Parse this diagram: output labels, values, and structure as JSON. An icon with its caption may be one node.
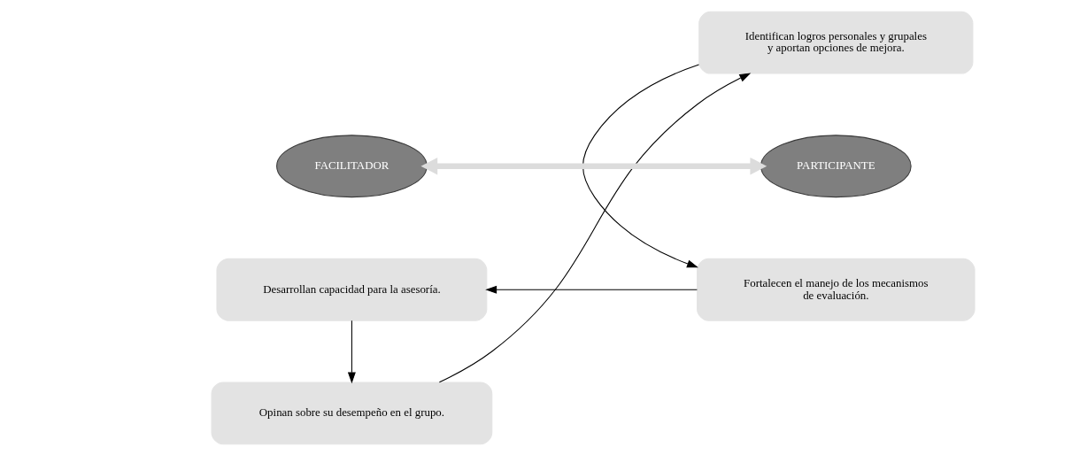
{
  "diagram": {
    "nodes": [
      {
        "text": [
          "Opinan sobre su desempeño en el grupo."
        ]
      },
      {
        "text": [
          "Identifican logros personales y grupales y aportan opciones de mejora."
        ]
      },
      {
        "text": [
          "Fortalecen el manejo de los mecanismos de evaluación."
        ]
      },
      {
        "text": [
          "Desarrollan capacidad para la asesoría."
        ]
      },
      {
        "text": [
          "FACILITADOR"
        ]
      },
      {
        "text": [
          "PARTICIPANTE"
        ]
      }
    ],
    "edges": [
      {
        "from": 0,
        "to": 1,
        "arrow": "to"
      },
      {
        "from": 1,
        "to": 2,
        "arrow": "to"
      },
      {
        "from": 2,
        "to": 3,
        "arrow": "to"
      },
      {
        "from": 3,
        "to": 0,
        "arrow": "to"
      },
      {
        "from": 4,
        "to": 5,
        "arrow": "both",
        "style": "thick",
        "color": "#dcdcdc"
      }
    ]
  }
}
